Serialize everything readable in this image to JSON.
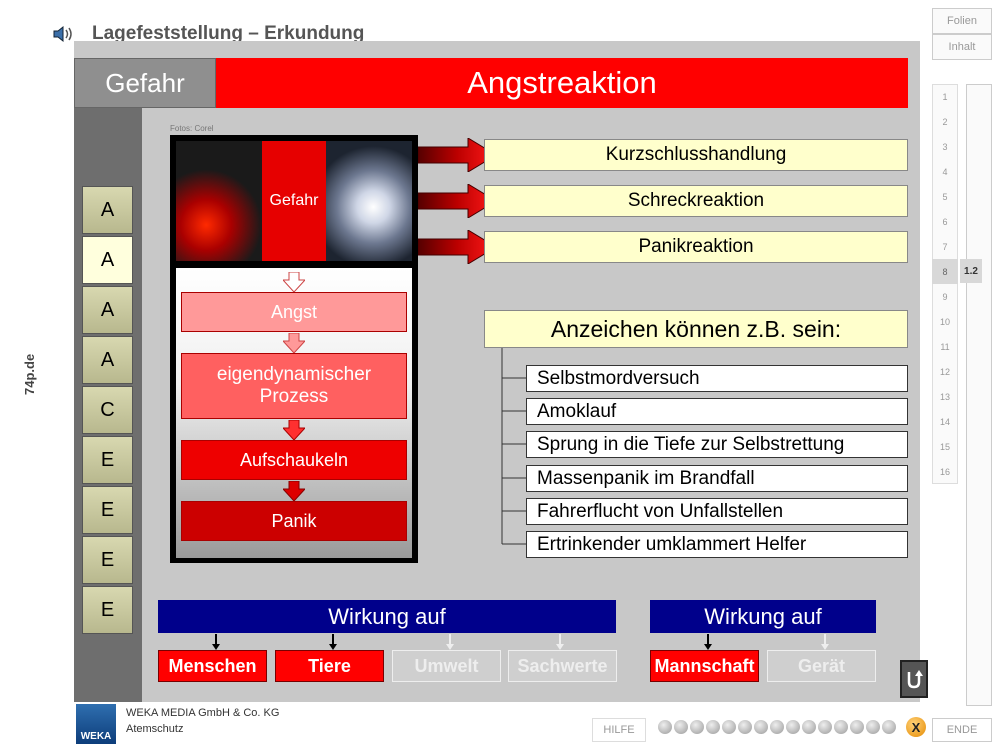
{
  "header": {
    "title": "Lagefeststellung – Erkundung",
    "side_text": "74p.de"
  },
  "slide": {
    "tab": "Gefahr",
    "heading": "Angstreaktion",
    "letters": [
      {
        "label": "A",
        "active": false
      },
      {
        "label": "A",
        "active": true
      },
      {
        "label": "A",
        "active": false
      },
      {
        "label": "A",
        "active": false
      },
      {
        "label": "C",
        "active": false
      },
      {
        "label": "E",
        "active": false
      },
      {
        "label": "E",
        "active": false
      },
      {
        "label": "E",
        "active": false
      },
      {
        "label": "E",
        "active": false
      }
    ],
    "photo_credit": "Fotos: Corel",
    "photo_label": "Gefahr",
    "flow": [
      "Angst",
      "eigendynamischer Prozess",
      "Aufschaukeln",
      "Panik"
    ],
    "reactions": [
      "Kurzschlusshandlung",
      "Schreckreaktion",
      "Panikreaktion"
    ],
    "signs_title": "Anzeichen können z.B. sein:",
    "signs": [
      "Selbstmordversuch",
      "Amoklauf",
      "Sprung in die Tiefe zur Selbstrettung",
      "Massenpanik im Brandfall",
      "Fahrerflucht von Unfallstellen",
      "Ertrinkender umklammert Helfer"
    ],
    "effect_left": {
      "title": "Wirkung auf",
      "targets": [
        {
          "label": "Menschen",
          "active": true
        },
        {
          "label": "Tiere",
          "active": true
        },
        {
          "label": "Umwelt",
          "active": false
        },
        {
          "label": "Sachwerte",
          "active": false
        }
      ]
    },
    "effect_right": {
      "title": "Wirkung auf",
      "targets": [
        {
          "label": "Mannschaft",
          "active": true
        },
        {
          "label": "Gerät",
          "active": false
        }
      ]
    }
  },
  "nav": {
    "folien": "Folien",
    "inhalt": "Inhalt",
    "numbers": [
      "1",
      "2",
      "3",
      "4",
      "5",
      "6",
      "7",
      "8",
      "9",
      "10",
      "11",
      "12",
      "13",
      "14",
      "15",
      "16"
    ],
    "current_number": "8",
    "current_slide": "1.2",
    "hilfe": "HILFE",
    "close": "X",
    "ende": "ENDE"
  },
  "footer": {
    "logo": "WEKA",
    "company": "WEKA MEDIA GmbH & Co. KG",
    "product": "Atemschutz"
  },
  "colors": {
    "accent_red": "#ff0000",
    "navy": "#00008b",
    "cream": "#ffffcc"
  }
}
